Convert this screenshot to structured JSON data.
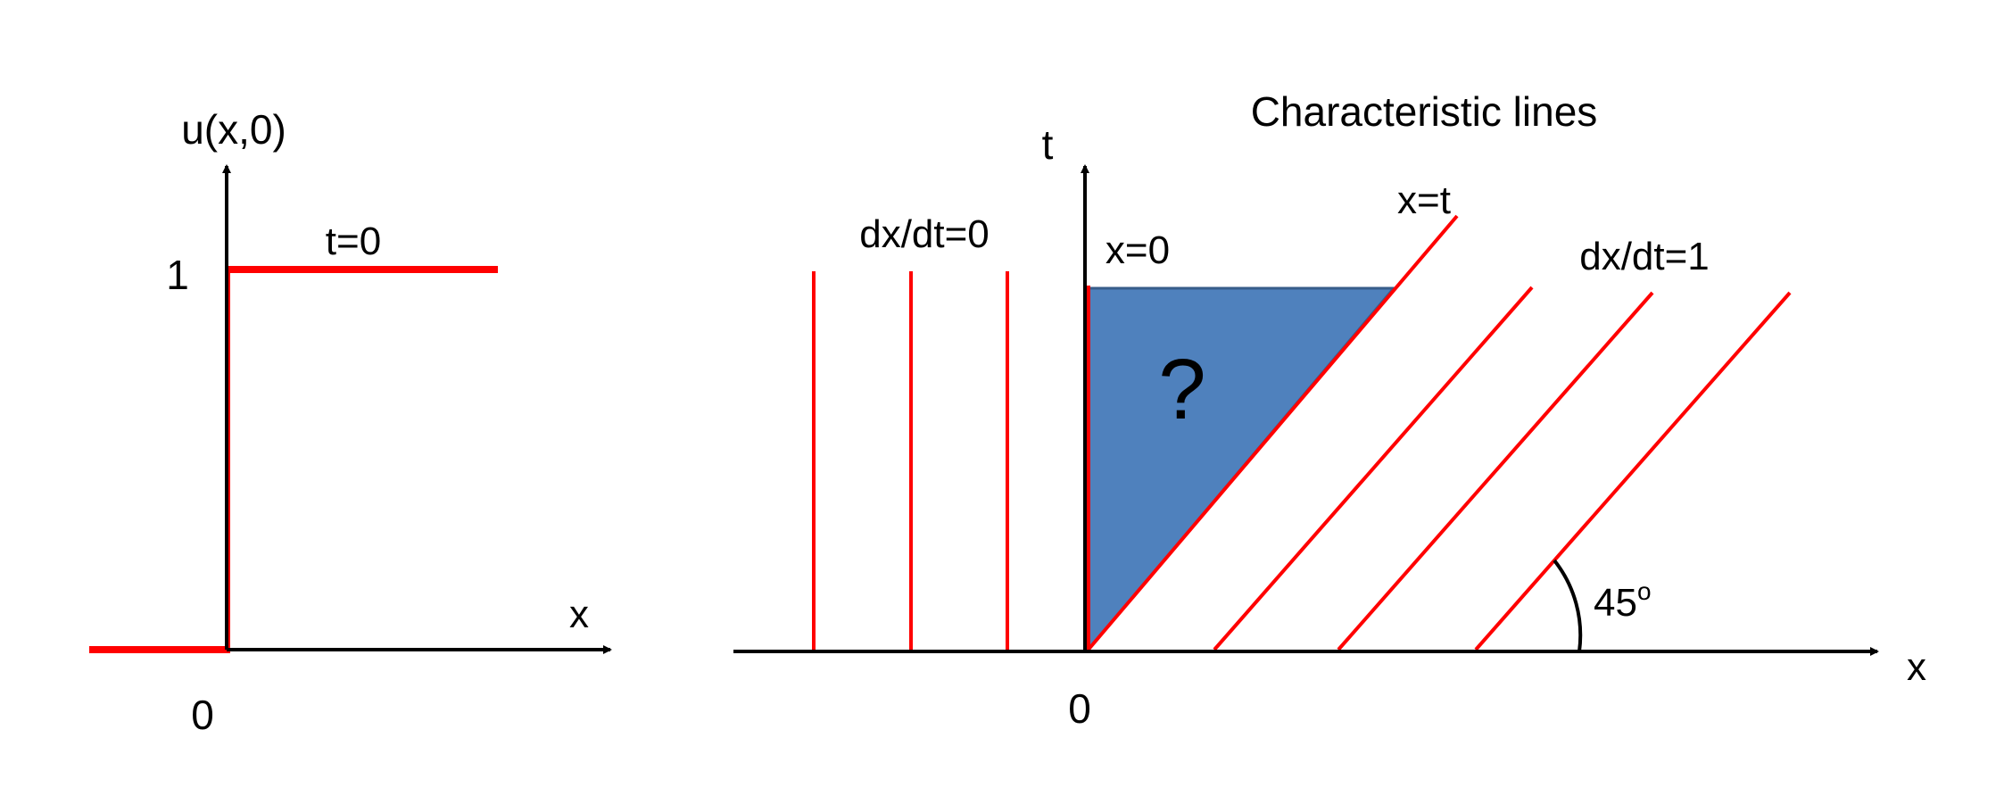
{
  "colors": {
    "axis": "#000000",
    "characteristic_line": "#ff0000",
    "unknown_region_fill": "#4f81bd",
    "unknown_region_edge": "#385d8a"
  },
  "left_plot": {
    "y_axis_label": "u(x,0)",
    "x_axis_label": "x",
    "origin_label": "0",
    "level_label": "1",
    "curve_label": "t=0"
  },
  "right_plot": {
    "title": "Characteristic lines",
    "t_axis_label": "t",
    "x_axis_label": "x",
    "origin_label": "0",
    "vertical_lines_label": "dx/dt=0",
    "origin_line_label": "x=0",
    "diagonal_line_label": "x=t",
    "diagonal_lines_label": "dx/dt=1",
    "unknown_region_label": "?",
    "angle_label": "45",
    "angle_degree_mark": "o"
  }
}
